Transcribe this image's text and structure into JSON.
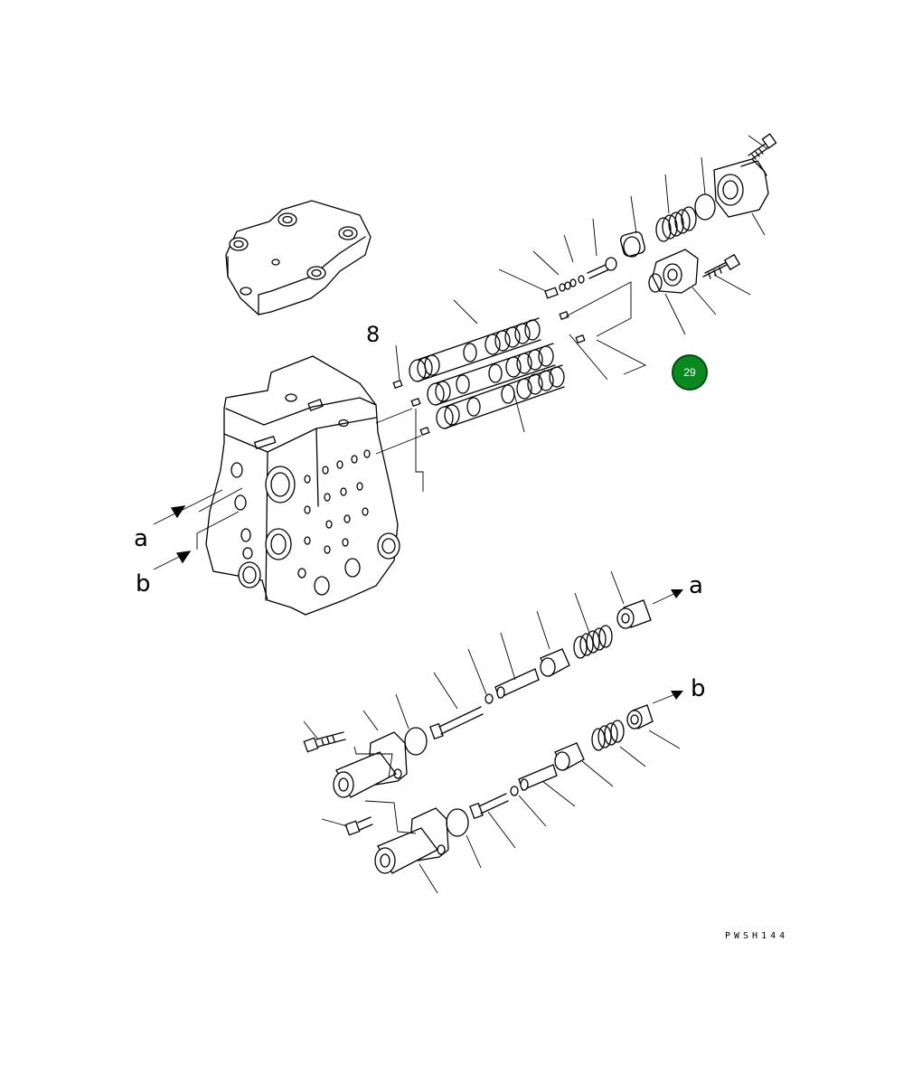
{
  "diagram": {
    "drawing_code": "PWSH144",
    "callout_number": "8",
    "marker_a": "a",
    "marker_b": "b",
    "badge": {
      "number": "29",
      "color": "#0a8a1e",
      "ring": "#004d10"
    }
  }
}
